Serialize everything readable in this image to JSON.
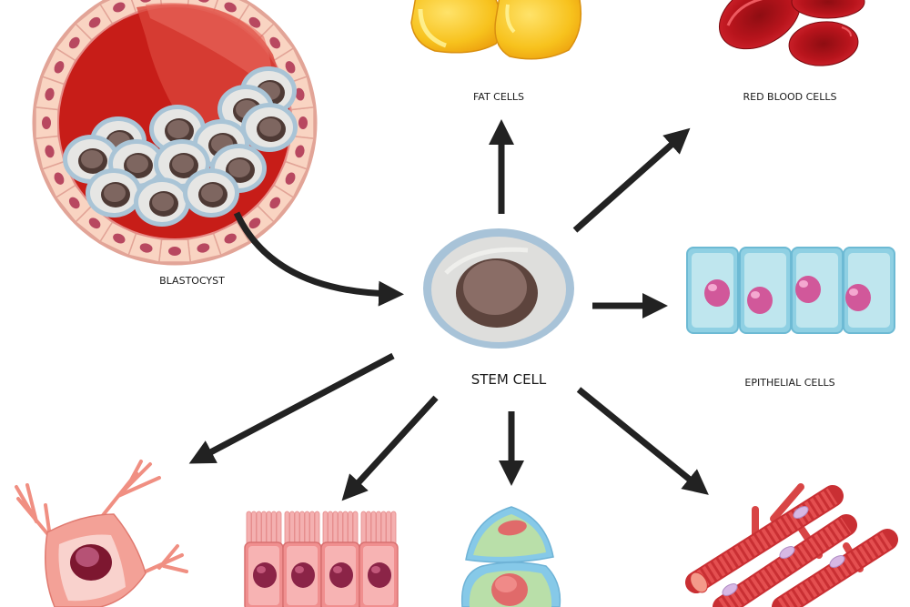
{
  "diagram": {
    "title": "Stem cell differentiation",
    "center": {
      "label": "STEM CELL"
    },
    "source": {
      "label": "BLASTOCYST"
    },
    "targets": [
      {
        "id": "fat",
        "label": "FAT CELLS"
      },
      {
        "id": "rbc",
        "label": "RED BLOOD CELLS"
      },
      {
        "id": "epithelial",
        "label": "EPITHELIAL CELLS"
      },
      {
        "id": "muscle",
        "label": ""
      },
      {
        "id": "bone",
        "label": ""
      },
      {
        "id": "ciliated",
        "label": ""
      },
      {
        "id": "nerve",
        "label": ""
      }
    ],
    "colors": {
      "arrow": "#222222",
      "fat": "#f6c21c",
      "rbc": "#b5121b",
      "epithelial": "#9fd8e6",
      "stem_membrane": "#a8c3d8",
      "stem_nucleus": "#6b4e46",
      "blastocyst_fluid": "#c81e1a",
      "muscle": "#d93a3a",
      "ciliated": "#f29a9a",
      "nerve": "#f3a197"
    }
  }
}
